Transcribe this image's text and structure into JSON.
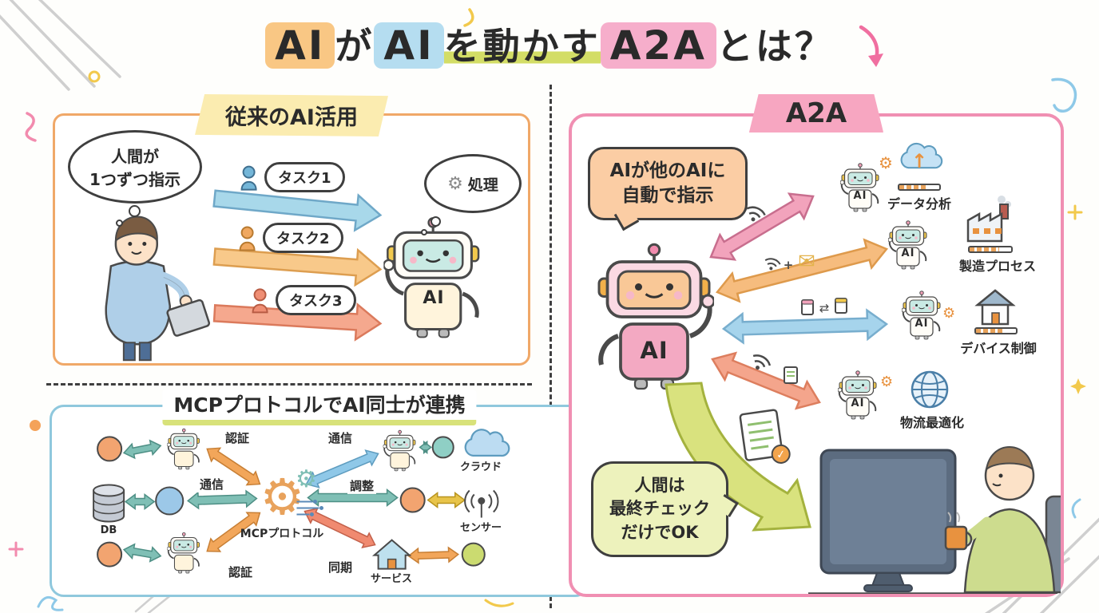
{
  "title": {
    "ai1": "AI",
    "ga": "が",
    "ai2": "AI",
    "ugokasu": "を動かす",
    "a2a": "A2A",
    "towa": "とは？"
  },
  "traditional": {
    "badge": "従来のAI活用",
    "human_thought": "人間が\n1つずつ指示",
    "tasks": [
      {
        "label": "タスク1"
      },
      {
        "label": "タスク2"
      },
      {
        "label": "タスク3"
      }
    ],
    "robot_label": "AI",
    "process_thought": "処理"
  },
  "mcp": {
    "title": "MCPプロトコルでAI同士が連携",
    "hub_label": "MCPプロトコル",
    "edges": {
      "auth_top": "認証",
      "comm_left": "通信",
      "auth_bottom": "認証",
      "comm_right": "通信",
      "coordinate": "調整",
      "sync": "同期"
    },
    "nodes": {
      "db": "DB",
      "cloud": "クラウド",
      "sensor": "センサー",
      "service": "サービス"
    }
  },
  "a2a": {
    "banner": "A2A",
    "ai_bubble": "AIが他のAIに\n自動で指示",
    "main_robot_label": "AI",
    "agents": [
      {
        "robot_label": "AI",
        "label": "データ分析"
      },
      {
        "robot_label": "AI",
        "label": "製造プロセス"
      },
      {
        "robot_label": "AI",
        "label": "デバイス制御"
      },
      {
        "robot_label": "AI",
        "label": "物流最適化"
      }
    ],
    "human_bubble": "人間は\n最終チェック\nだけでOK"
  },
  "icons": {
    "gear": "⚙",
    "mail": "✉",
    "check": "✓",
    "transfer": "⇄",
    "plus": "+",
    "up": "↑"
  },
  "colors": {
    "orange": "#F4A259",
    "blue": "#8EC9E8",
    "pink": "#F28BAE",
    "salmon": "#F08A6C",
    "green": "#C9D65B",
    "teal": "#7FBFB5",
    "yellow": "#F2C94C"
  }
}
